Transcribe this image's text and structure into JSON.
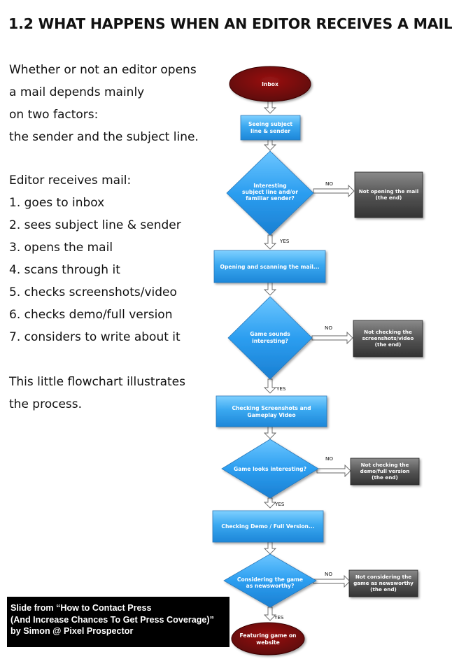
{
  "title": "1.2 WHAT HAPPENS WHEN AN EDITOR RECEIVES A MAIL?",
  "intro_lines": [
    "Whether or not an editor opens",
    "a mail depends mainly",
    "on two factors:",
    "the sender and the subject line."
  ],
  "steps_heading": "Editor receives mail:",
  "steps": [
    "1. goes to inbox",
    "2. sees subject line & sender",
    "3. opens the mail",
    "4. scans through it",
    "5. checks screenshots/video",
    "6. checks demo/full version",
    "7. considers to write about it"
  ],
  "outro_lines": [
    "This little flowchart illustrates",
    "the process."
  ],
  "credit": {
    "line1": "Slide from “How to Contact Press",
    "line2": "(And Increase Chances To Get Press Coverage)”",
    "line3": "by Simon @ Pixel Prospector"
  },
  "flowchart": {
    "start": "Inbox",
    "box1": [
      "Seeing subject",
      "line & sender"
    ],
    "decision1": [
      "Interesting",
      "subject line and/or",
      "familiar sender?"
    ],
    "end1": [
      "Not opening the mail",
      "(the end)"
    ],
    "box2": "Opening and scanning the mail...",
    "decision2": [
      "Game sounds",
      "interesting?"
    ],
    "end2": [
      "Not checking the",
      "screenshots/video",
      "(the end)"
    ],
    "box3": [
      "Checking Screenshots and",
      "Gameplay Video"
    ],
    "decision3": "Game looks interesting?",
    "end3": [
      "Not checking the",
      "demo/full version",
      "(the end)"
    ],
    "box4": "Checking Demo / Full Version...",
    "decision4": [
      "Considering the game",
      "as newsworthy?"
    ],
    "end4": [
      "Not considering the",
      "game as newsworthy",
      "(the end)"
    ],
    "finish": [
      "Featuring game on",
      "website"
    ],
    "yes_label": "YES",
    "no_label": "NO"
  },
  "colors": {
    "oval_fill": "#7a0a0a",
    "box_fill": "#3aa8f0",
    "decision_fill": "#2c9ef0",
    "end_fill": "#5a5a5a"
  }
}
